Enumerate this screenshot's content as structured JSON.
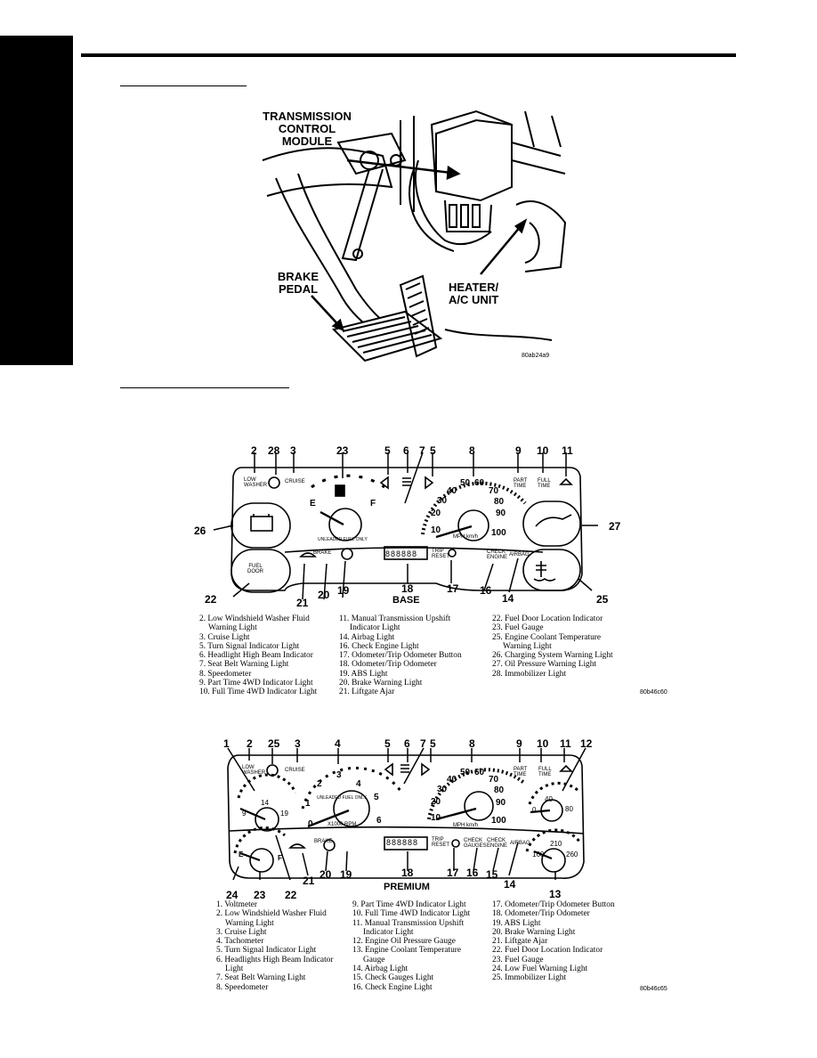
{
  "fig1": {
    "labels": {
      "tcm": [
        "TRANSMISSION",
        "CONTROL",
        "MODULE"
      ],
      "brake": [
        "BRAKE",
        "PEDAL"
      ],
      "heater": [
        "HEATER/",
        "A/C UNIT"
      ]
    },
    "id": "80ab24a9"
  },
  "base": {
    "callouts_top": [
      "2",
      "28",
      "3",
      "23",
      "5",
      "6",
      "7",
      "5",
      "8",
      "9",
      "10",
      "11"
    ],
    "callouts_side": [
      "26",
      "27"
    ],
    "callouts_bottom": [
      "22",
      "21",
      "20",
      "19",
      "18",
      "17",
      "16",
      "14",
      "25"
    ],
    "texts": {
      "low_washer": [
        "LOW",
        "WASHER"
      ],
      "cruise": "CRUISE",
      "part_time": [
        "PART",
        "TIME"
      ],
      "full_time": [
        "FULL",
        "TIME"
      ],
      "fuel_e": "E",
      "fuel_f": "F",
      "unleaded": "UNLEADED FUEL ONLY",
      "mph": "MPH km/h",
      "fuel_door": [
        "FUEL",
        "DOOR"
      ],
      "brake": "BRAKE",
      "trip_reset": [
        "TRIP",
        "RESET"
      ],
      "check_engine": [
        "CHECK",
        "ENGINE"
      ],
      "airbag": "AIRBAG",
      "odometer": "888888",
      "speeds": [
        "10",
        "20",
        "30",
        "40",
        "50",
        "60",
        "70",
        "80",
        "90",
        "100"
      ]
    },
    "caption": "BASE",
    "legend_cols": [
      [
        "2. Low Windshield Washer Fluid",
        "Warning Light",
        "3. Cruise Light",
        "5. Turn Signal Indicator Light",
        "6. Headlight High Beam Indicator",
        "7. Seat Belt Warning Light",
        "8. Speedometer",
        "9. Part Time 4WD Indicator Light",
        "10. Full Time 4WD Indicator Light"
      ],
      [
        "11. Manual Transmission Upshift",
        "Indicator Light",
        "14. Airbag Light",
        "16. Check Engine Light",
        "17. Odometer/Trip Odometer Button",
        "18. Odometer/Trip Odometer",
        "19. ABS Light",
        "20. Brake Warning Light",
        "21. Liftgate Ajar"
      ],
      [
        "22. Fuel Door Location Indicator",
        "23. Fuel Gauge",
        "25. Engine Coolant Temperature",
        "Warning Light",
        "26. Charging System Warning Light",
        "27. Oil Pressure Warning Light",
        "28. Immobilizer Light"
      ]
    ],
    "id": "80b46c60"
  },
  "premium": {
    "callouts_top": [
      "1",
      "2",
      "25",
      "3",
      "4",
      "5",
      "6",
      "7",
      "5",
      "8",
      "9",
      "10",
      "11",
      "12"
    ],
    "callouts_bottom": [
      "24",
      "23",
      "22",
      "21",
      "20",
      "19",
      "18",
      "17",
      "16",
      "15",
      "14",
      "13"
    ],
    "texts": {
      "low_washer": [
        "LOW",
        "WASHER"
      ],
      "cruise": "CRUISE",
      "part_time": [
        "PART",
        "TIME"
      ],
      "full_time": [
        "FULL",
        "TIME"
      ],
      "volt": [
        "9",
        "14",
        "19"
      ],
      "tach": [
        "0",
        "1",
        "2",
        "3",
        "4",
        "5",
        "6"
      ],
      "unleaded": "UNLEADED FUEL ONLY",
      "rpm": "X1000 RPM",
      "mph": "MPH km/h",
      "speeds": [
        "10",
        "20",
        "30",
        "40",
        "50",
        "60",
        "70",
        "80",
        "90",
        "100"
      ],
      "oil": [
        "0",
        "40",
        "80"
      ],
      "temp": [
        "160",
        "210",
        "260"
      ],
      "fuel_e": "E",
      "fuel_f": "F",
      "brake": "BRAKE",
      "trip_reset": [
        "TRIP",
        "RESET"
      ],
      "check_gauges": [
        "CHECK",
        "GAUGES"
      ],
      "check_engine": [
        "CHECK",
        "ENGINE"
      ],
      "airbag": "AIRBAG",
      "odometer": "888888"
    },
    "caption": "PREMIUM",
    "legend_cols": [
      [
        "1. Voltmeter",
        "2. Low Windshield Washer Fluid",
        "Warning Light",
        "3. Cruise Light",
        "4. Tachometer",
        "5. Turn Signal Indicator Light",
        "6. Headlights High Beam Indicator",
        "Light",
        "7. Seat Belt Warning Light",
        "8. Speedometer"
      ],
      [
        "9. Part Time 4WD Indicator Light",
        "10. Full Time 4WD Indicator Light",
        "11. Manual Transmission Upshift",
        "Indicator Light",
        "12. Engine Oil Pressure Gauge",
        "13. Engine Coolant Temperature",
        "Gauge",
        "14. Airbag Light",
        "15. Check Gauges Light",
        "16. Check Engine Light"
      ],
      [
        "17. Odometer/Trip Odometer Button",
        "18. Odometer/Trip Odometer",
        "19. ABS Light",
        "20. Brake Warning Light",
        "21. Liftgate Ajar",
        "22. Fuel Door Location Indicator",
        "23. Fuel Gauge",
        "24. Low Fuel Warning Light",
        "25. Immobilizer Light"
      ]
    ],
    "id": "80b46c65"
  }
}
